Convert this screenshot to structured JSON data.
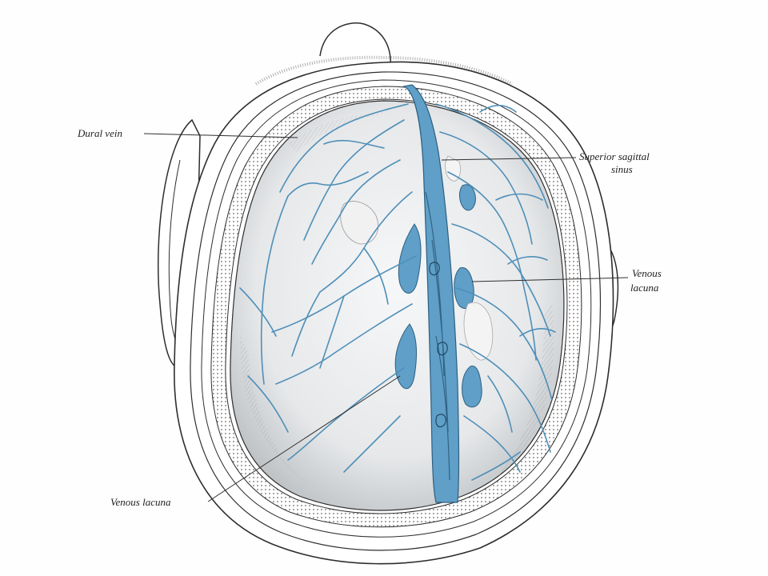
{
  "labels": {
    "dural_vein": "Dural vein",
    "superior_sagittal_line1": "Superior sagittal",
    "superior_sagittal_line2": "sinus",
    "venous_lacuna_right_line1": "Venous",
    "venous_lacuna_right_line2": "lacuna",
    "venous_lacuna_bottom": "Venous lacuna"
  },
  "colors": {
    "vessel_blue": "#4f8fb8",
    "sinus_fill": "#5f9fc8",
    "outline": "#2e2e2e",
    "brain_fill": "#eef0f2",
    "shading": "#8a8a8a"
  }
}
